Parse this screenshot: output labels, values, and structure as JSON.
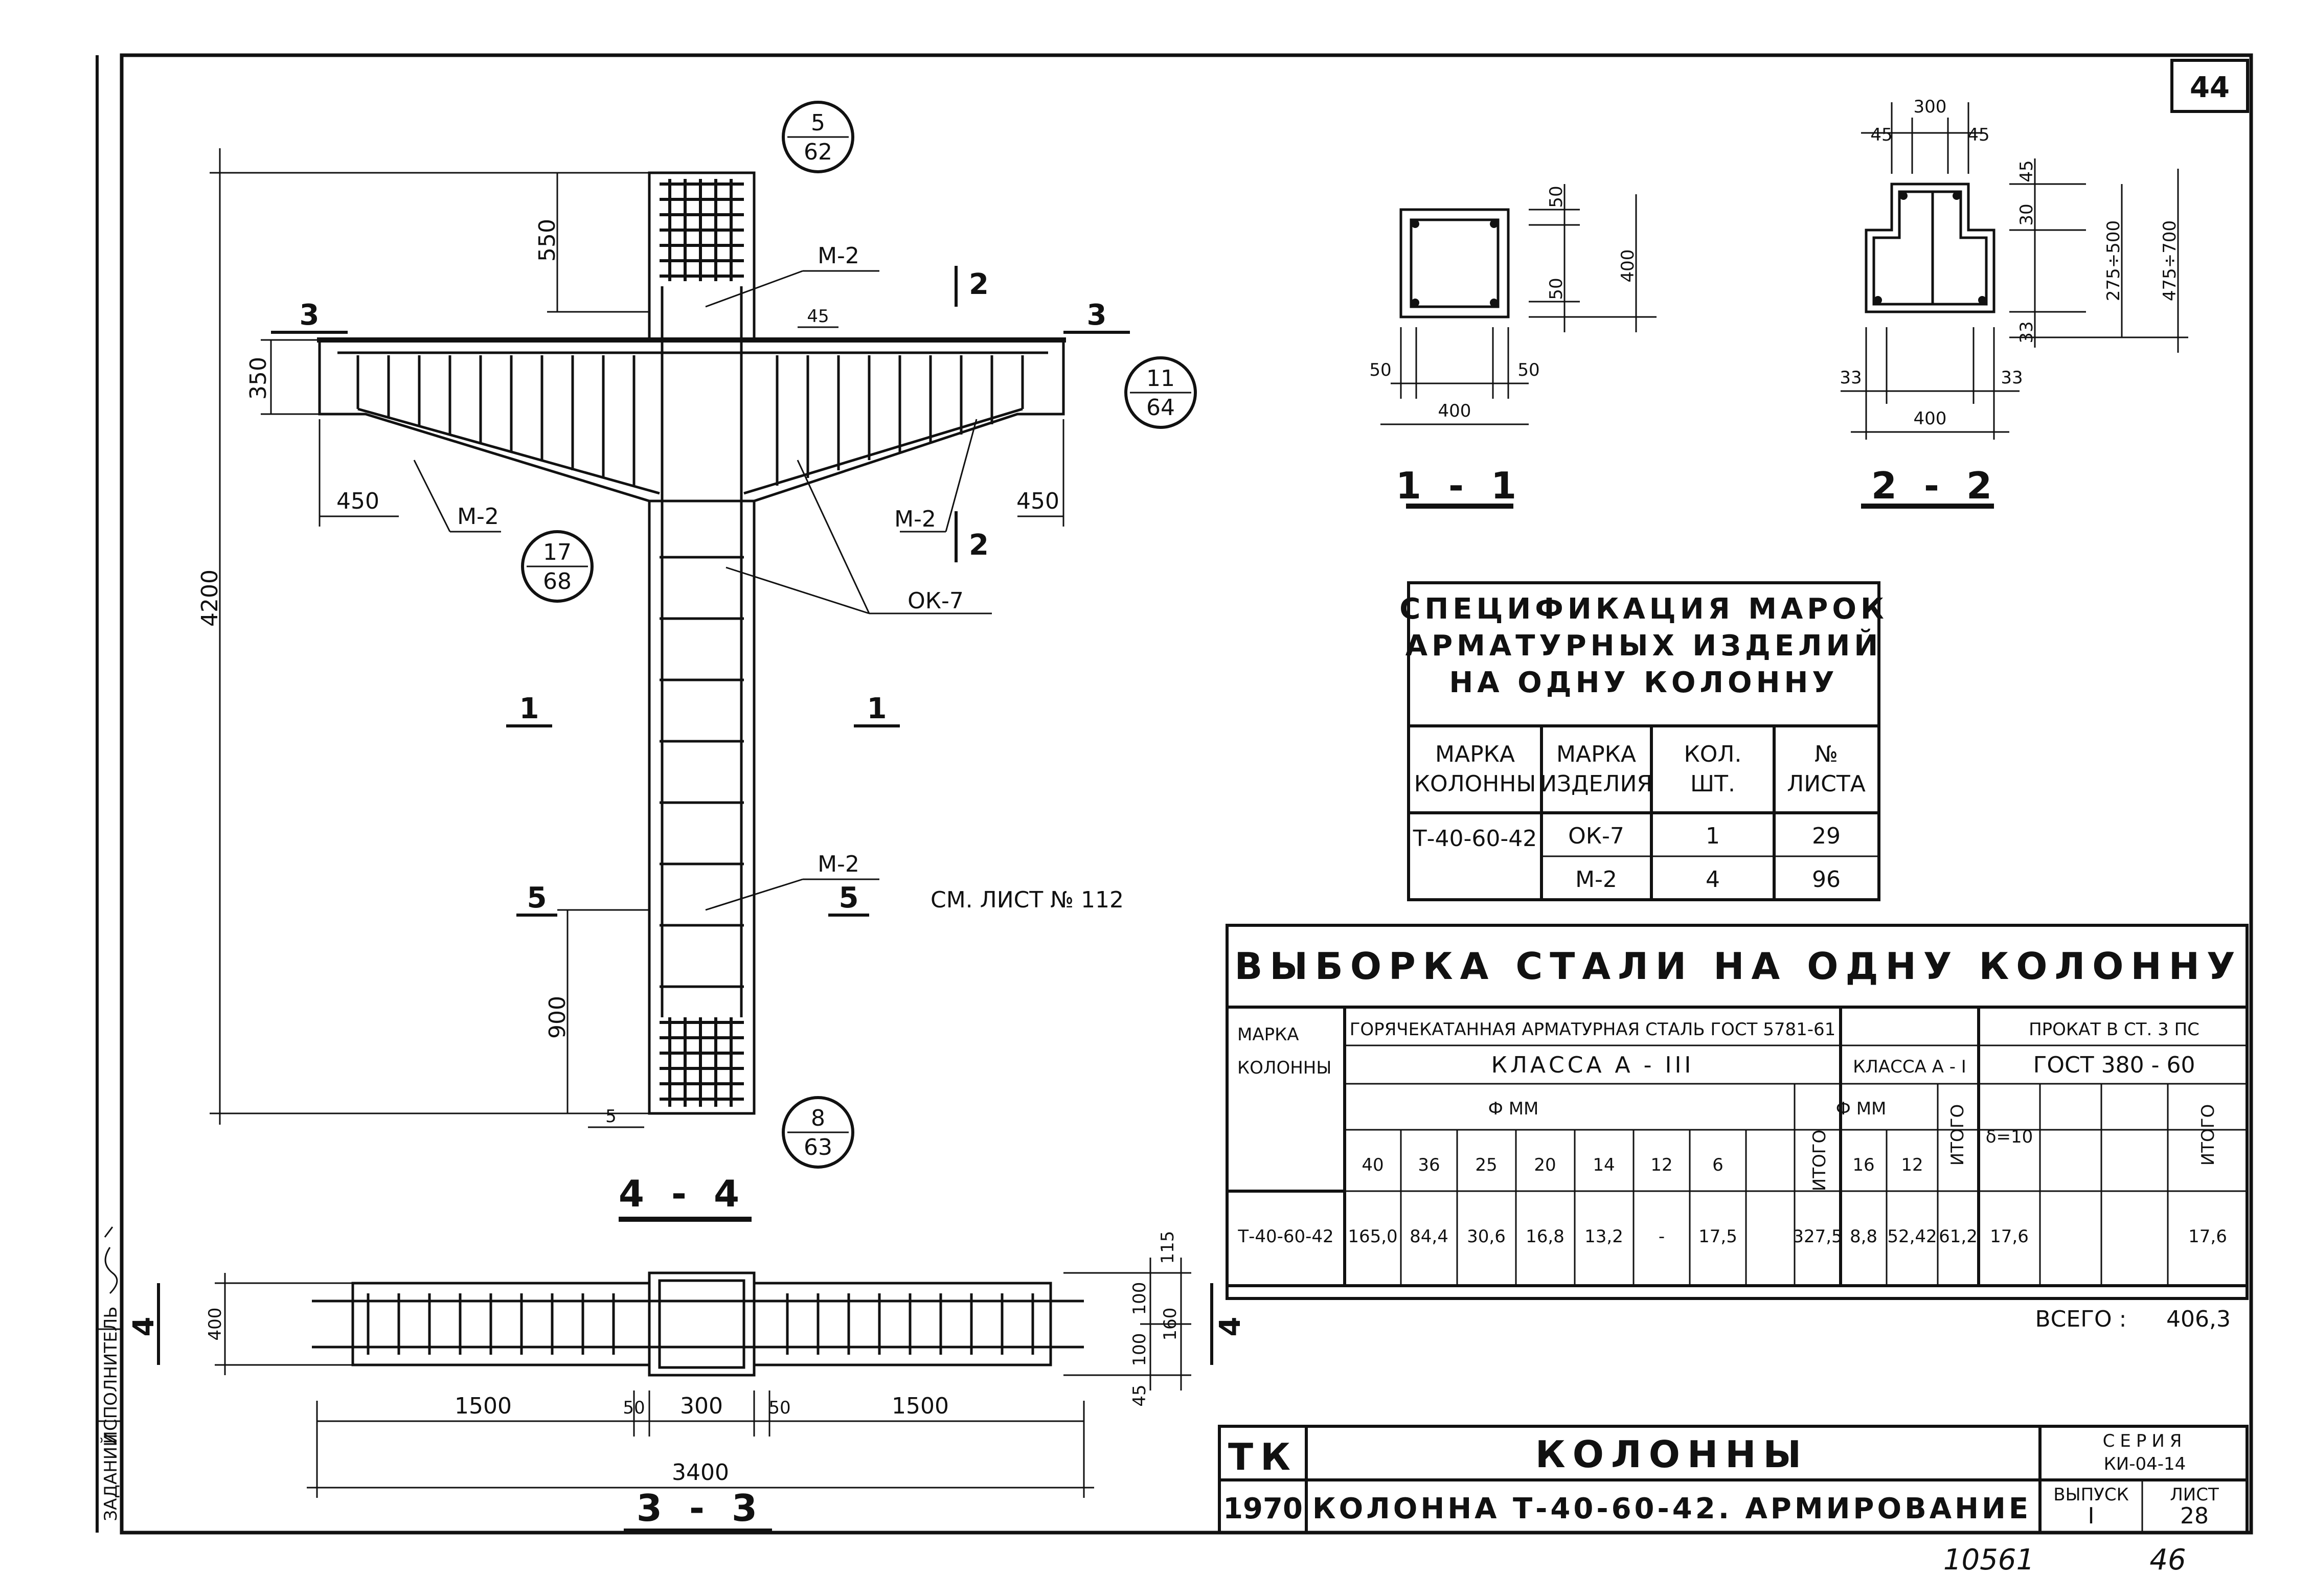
{
  "sheet": {
    "corner_number": "44",
    "bottom_number_left": "10561",
    "bottom_number_right": "46",
    "left_margin": {
      "role_label": "ИСПОЛНИТЕЛЬ",
      "zadaniy": "ЗАДАНИЙ"
    }
  },
  "drawing_4_4": {
    "caption": "4 - 4",
    "dims": {
      "total_height": "4200",
      "top": "550",
      "cant": "350",
      "bottom": "900",
      "edge_5": "5",
      "left_450": "450",
      "right_450": "450",
      "d45": "45"
    },
    "marks": {
      "m2_top": "М-2",
      "m2_left": "М-2",
      "m2_right": "М-2",
      "m2_bottom": "М-2",
      "ok7": "ОК-7"
    },
    "section_marks": {
      "s2_top": "2",
      "s2_bottom": "2",
      "s3_left": "3",
      "s3_right": "3",
      "s1_left": "1",
      "s1_right": "1",
      "s5_left": "5",
      "s5_right": "5"
    },
    "see_sheet": "СМ. ЛИСТ № 112",
    "callouts": [
      {
        "top": "5",
        "bottom": "62"
      },
      {
        "top": "11",
        "bottom": "64"
      },
      {
        "top": "17",
        "bottom": "68"
      },
      {
        "top": "8",
        "bottom": "63"
      }
    ]
  },
  "section_1_1": {
    "caption": "1 - 1",
    "dims": {
      "d50_top": "50",
      "d50_bottom": "50",
      "height": "400",
      "d50_left": "50",
      "d50_right": "50",
      "width": "400"
    }
  },
  "section_2_2": {
    "caption": "2 - 2",
    "dims": {
      "width_top": "300",
      "d45_left": "45",
      "d45_right": "45",
      "d45_v": "45",
      "d30": "30",
      "range_mid": "275÷500",
      "range_total": "475÷700",
      "d33_v": "33",
      "d33_left": "33",
      "d33_right": "33",
      "width": "400"
    }
  },
  "section_3_3": {
    "caption": "3 - 3",
    "dims": {
      "height": "400",
      "s1500_left": "1500",
      "s50_left": "50",
      "s300": "300",
      "s50_right": "50",
      "s1500_right": "1500",
      "total": "3400",
      "d115": "115",
      "d100a": "100",
      "d100b": "100",
      "d160": "160",
      "d45": "45"
    },
    "marks": {
      "left": "4",
      "right": "4"
    }
  },
  "spec_table": {
    "title_lines": [
      "СПЕЦИФИКАЦИЯ МАРОК",
      "АРМАТУРНЫХ ИЗДЕЛИЙ",
      "НА ОДНУ КОЛОННУ"
    ],
    "headers": [
      [
        "МАРКА",
        "КОЛОННЫ"
      ],
      [
        "МАРКА",
        "ИЗДЕЛИЯ"
      ],
      [
        "КОЛ.",
        "ШТ."
      ],
      [
        "№",
        "ЛИСТА"
      ]
    ],
    "column_mark": "Т-40-60-42",
    "rows": [
      {
        "item": "ОК-7",
        "qty": "1",
        "sheet": "29"
      },
      {
        "item": "М-2",
        "qty": "4",
        "sheet": "96"
      }
    ]
  },
  "steel_table": {
    "title": "ВЫБОРКА СТАЛИ НА ОДНУ КОЛОННУ",
    "col_mark_header": [
      "МАРКА",
      "КОЛОННЫ"
    ],
    "hot_rolled": "ГОРЯЧЕКАТАННАЯ АРМАТУРНАЯ СТАЛЬ ГОСТ 5781-61",
    "rolled": "ПРОКАТ В СТ. 3 ПС",
    "class_a3": "КЛАССА А - III",
    "class_a1": "КЛАССА А - I",
    "gost": "ГОСТ 380 - 60",
    "phi_mm": "Ф ММ",
    "phi_mm2": "Ф ММ",
    "itogo": "ИТОГО",
    "delta": "δ=10",
    "a3_diameters": [
      "40",
      "36",
      "25",
      "20",
      "14",
      "12",
      "6",
      ""
    ],
    "a1_diameters": [
      "16",
      "12"
    ],
    "row": {
      "mark": "Т-40-60-42",
      "a3_values": [
        "165,0",
        "84,4",
        "30,6",
        "16,8",
        "13,2",
        "-",
        "17,5",
        ""
      ],
      "a3_total": "327,5",
      "a1_values": [
        "8,8",
        "52,42"
      ],
      "a1_total": "61,2",
      "plate": "17,6",
      "plate_total": "17,6"
    },
    "grand_total_label": "ВСЕГО :",
    "grand_total": "406,3"
  },
  "title_block": {
    "org": "ТК",
    "year": "1970",
    "title": "КОЛОННЫ",
    "subtitle": "КОЛОННА Т-40-60-42. АРМИРОВАНИЕ",
    "series_label": "СЕРИЯ",
    "series": "КИ-04-14",
    "issue_label": "ВЫПУСК",
    "issue": "I",
    "sheet_label": "ЛИСТ",
    "sheet": "28"
  }
}
